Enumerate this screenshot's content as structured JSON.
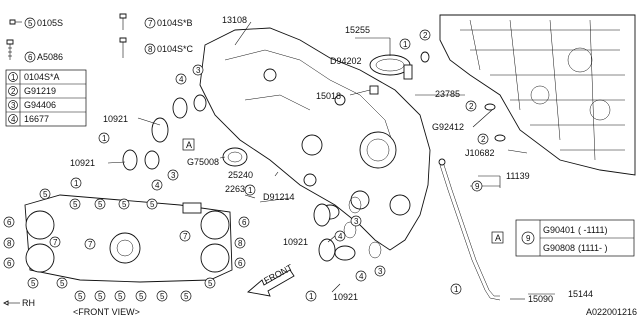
{
  "bolts": [
    {
      "num": "5",
      "code": "0105S"
    },
    {
      "num": "6",
      "code": "A5086"
    },
    {
      "num": "7",
      "code": "0104S*B"
    },
    {
      "num": "8",
      "code": "0104S*C"
    }
  ],
  "legend": [
    {
      "num": "1",
      "code": "0104S*A"
    },
    {
      "num": "2",
      "code": "G91219"
    },
    {
      "num": "3",
      "code": "G94406"
    },
    {
      "num": "4",
      "code": "16677"
    }
  ],
  "callouts": {
    "p13108": "13108",
    "p15255": "15255",
    "p94202": "D94202",
    "p15018": "15018",
    "p23785": "23785",
    "p92412": "G92412",
    "p10682": "J10682",
    "p10921a": "10921",
    "p10921b": "10921",
    "p10921c": "10921",
    "p10921d": "10921",
    "p75008": "G75008",
    "p25240": "25240",
    "p22630": "22630",
    "p91214": "D91214",
    "p11139": "11139",
    "p15090": "15090",
    "p15144": "15144",
    "refA1": "A",
    "refA2": "A",
    "front": "FRONT",
    "rh": "RH",
    "front_view": "<FRONT VIEW>",
    "diagram_id": "A022001216"
  },
  "applicability": {
    "num": "9",
    "rows": [
      {
        "code": "G90401",
        "range": "( -1111)"
      },
      {
        "code": "G90808",
        "range": "(1111- )"
      }
    ]
  }
}
